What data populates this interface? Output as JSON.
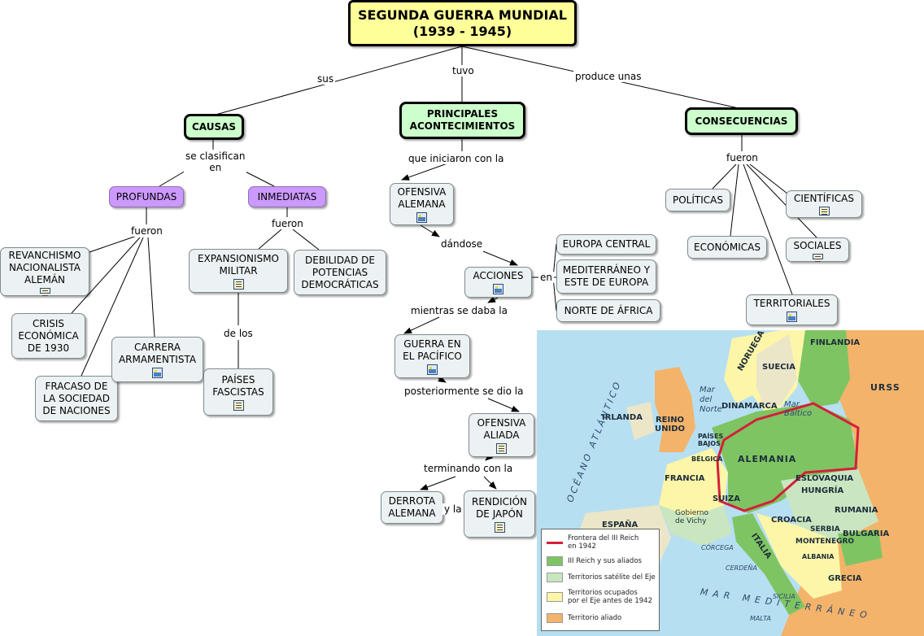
{
  "title": {
    "line1": "SEGUNDA GUERRA MUNDIAL",
    "line2": "(1939 - 1945)"
  },
  "links": {
    "sus": "sus",
    "tuvo": "tuvo",
    "produce": "produce unas",
    "se_clasifican": "se clasifican\nen",
    "fueron_1": "fueron",
    "fueron_2": "fueron",
    "fueron_3": "fueron",
    "de_los": "de los",
    "iniciaron": "que iniciaron con la",
    "dandose": "dándose",
    "en": "en",
    "mientras": "mientras se daba la",
    "posteriormente": "posteriormente se dio la",
    "terminando": "terminando con la",
    "y_la": "y la"
  },
  "nodes": {
    "causas": "CAUSAS",
    "principales": "PRINCIPALES\nACONTECIMIENTOS",
    "consecuencias": "CONSECUENCIAS",
    "profundas": "PROFUNDAS",
    "inmediatas": "INMEDIATAS",
    "revanchismo": "REVANCHISMO\nNACIONALISTA\nALEMÁN",
    "crisis": "CRISIS\nECONÓMICA\nDE 1930",
    "fracaso": "FRACASO DE\nLA SOCIEDAD\nDE NACIONES",
    "carrera": "CARRERA\nARMAMENTISTA",
    "expansionismo": "EXPANSIONISMO\nMILITAR",
    "debilidad": "DEBILIDAD DE\nPOTENCIAS\nDEMOCRÁTICAS",
    "paises": "PAÍSES\nFASCISTAS",
    "ofensiva_alemana": "OFENSIVA\nALEMANA",
    "acciones": "ACCIONES",
    "europa_central": "EUROPA CENTRAL",
    "mediterraneo": "MEDITERRÁNEO Y\nESTE DE EUROPA",
    "norte_africa": "NORTE DE ÁFRICA",
    "guerra_pacifico": "GUERRA EN\nEL PACÍFICO",
    "ofensiva_aliada": "OFENSIVA\nALIADA",
    "derrota": "DERROTA\nALEMANA",
    "rendicion": "RENDICIÓN\nDE JAPÓN",
    "politicas": "POLÍTICAS",
    "economicas": "ECONÓMICAS",
    "cientificas": "CIENTÍFICAS",
    "sociales": "SOCIALES",
    "territoriales": "TERRITORIALES"
  },
  "map": {
    "countries": {
      "finlandia": "FINLANDIA",
      "urss": "URSS",
      "noruega": "NORUEGA",
      "suecia": "SUECIA",
      "dinamarca": "DINAMARCA",
      "irlanda": "IRLANDA",
      "reino_unido": "REINO\nUNIDO",
      "paises_bajos": "PAÍSES\nBAJOS",
      "belgica": "BÉLGICA",
      "alemania": "ALEMANIA",
      "francia": "FRANCIA",
      "eslovaquia": "ESLOVAQUIA",
      "hungria": "HUNGRÍA",
      "suiza": "SUIZA",
      "vichy": "Gobierno\nde Vichy",
      "rumania": "RUMANIA",
      "espana": "ESPAÑA",
      "croacia": "CROACIA",
      "serbia": "SERBIA",
      "montenegro": "MONTENEGRO",
      "bulgaria": "BULGARIA",
      "italia": "ITALIA",
      "albania": "ALBANIA",
      "grecia": "GRECIA",
      "corcega": "CÓRCEGA",
      "cerdena": "CERDEÑA",
      "sicilia": "SICILIA",
      "malta": "MALTA"
    },
    "seas": {
      "atlantico": "OCÉANO ATLÁNTICO",
      "mar_norte": "Mar\ndel\nNorte",
      "mar_baltico": "Mar\nBáltico",
      "mediterraneo": "MAR MEDITERRÁNEO"
    },
    "legend": [
      {
        "label": "Frontera del III Reich\nen 1942",
        "color": "#d4203a"
      },
      {
        "label": "III Reich y sus aliados",
        "color": "#7fc463"
      },
      {
        "label": "Territorios satélite del Eje",
        "color": "#c9e6c1"
      },
      {
        "label": "Territorios ocupados\npor el Eje antes de 1942",
        "color": "#fdf6a8"
      },
      {
        "label": "Territorio aliado",
        "color": "#f4b36a"
      }
    ]
  }
}
